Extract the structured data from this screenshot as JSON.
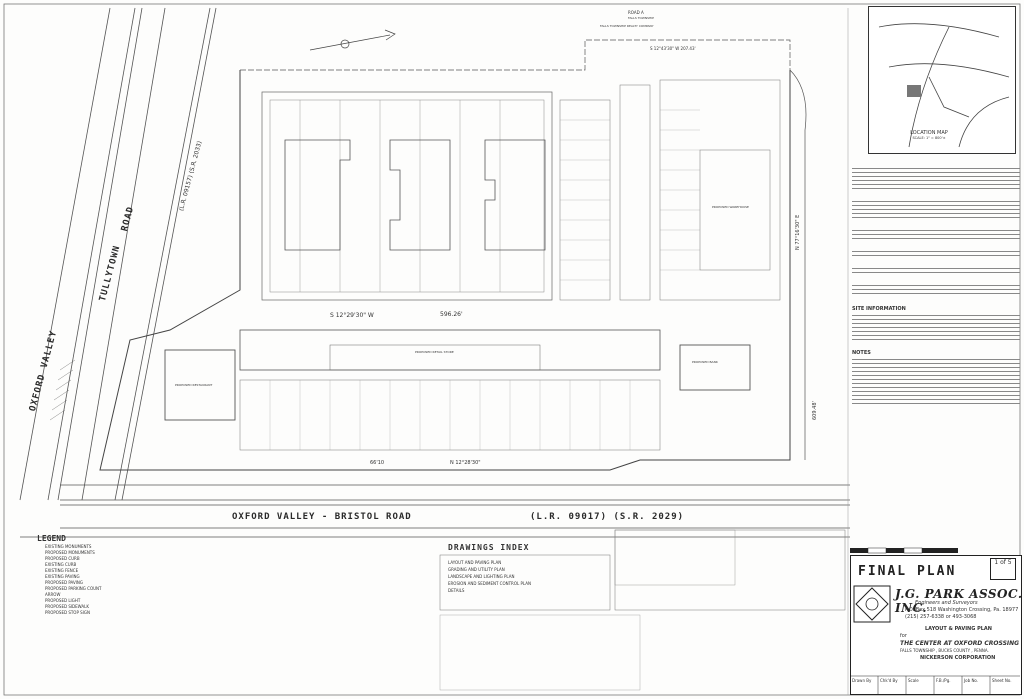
{
  "header": {
    "top_road_label": "ROAD A",
    "top_road_sub": "FALLS TOWNSHIP",
    "top_parcel": "FALLS TOWNSHIP REALTY COMPANY",
    "top_bearing": "S 12°43'30\" W    207.43'"
  },
  "roads": {
    "oxford_valley": "OXFORD VALLEY",
    "tullytown": "TULLYTOWN",
    "tullytown_route": "(L.R. 09157)  (S.R. 2033)",
    "road_word": "ROAD",
    "bottom_road": "OXFORD    VALLEY  -  BRISTOL    ROAD",
    "bottom_route": "(L.R. 09017)  (S.R. 2029)"
  },
  "plan_labels": {
    "bearing_mid": "S 12°29'30\" W",
    "distance_mid": "596.26'",
    "bearing_right": "N 77°16'30\" E",
    "distance_right": "609.48'",
    "bearing_bottom": "N 12°28'30\"",
    "distance_bottom": "66'10",
    "retail_store": "PROPOSED RETAIL STORE",
    "restaurant": "PROPOSED RESTAURANT",
    "bank": "PROPOSED BANK",
    "warehouse": "PROPOSED WAREHOUSE"
  },
  "location_map": {
    "caption": "LOCATION MAP",
    "scale": "SCALE: 1\" = 800'±"
  },
  "site_information": {
    "heading": "SITE INFORMATION"
  },
  "notes": {
    "heading": "NOTES"
  },
  "legend": {
    "title": "LEGEND",
    "items": [
      "EXISTING MONUMENTS",
      "PROPOSED MONUMENTS",
      "PROPOSED CURB",
      "EXISTING CURB",
      "EXISTING FENCE",
      "EXISTING PAVING",
      "PROPOSED PAVING",
      "PROPOSED PARKING COUNT",
      "ARROW",
      "PROPOSED LIGHT",
      "PROPOSED SIDEWALK",
      "PROPOSED STOP SIGN"
    ]
  },
  "drawings_index": {
    "title": "DRAWINGS  INDEX",
    "rows": [
      "LAYOUT AND PAVING PLAN",
      "GRADING AND UTILITY PLAN",
      "LANDSCAPE AND LIGHTING PLAN",
      "EROSION AND SEDIMENT CONTROL PLAN",
      "DETAILS"
    ]
  },
  "title_block": {
    "final_plan": "FINAL   PLAN",
    "firm": "J.G. PARK ASSOC. INC.",
    "firm_sub": "Engineers    and    Surveyors",
    "address": "P.O. Box 518  Washington Crossing, Pa. 18977",
    "phone": "(215) 257-6338  or  493-3068",
    "plan_title": "LAYOUT & PAVING PLAN",
    "plan_for": "for",
    "project": "THE CENTER AT OXFORD CROSSING",
    "location": "FALLS TOWNSHIP , BUCKS COUNTY , PENNA.",
    "owner": "NICKERSON CORPORATION",
    "sheet": "1 of 5",
    "cells": [
      "Drawn By",
      "Chk'd By",
      "Scale",
      "F.B./Pg.",
      "Job No.",
      "Sheet No."
    ]
  }
}
